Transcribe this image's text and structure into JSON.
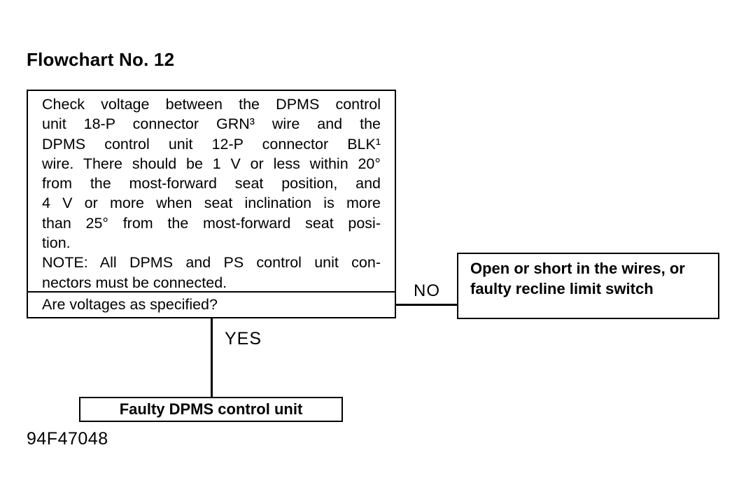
{
  "page": {
    "title": "Flowchart No. 12",
    "figure_code": "94F47048"
  },
  "colors": {
    "ink": "#000000",
    "paper": "#ffffff"
  },
  "flowchart": {
    "main_box": {
      "lines": [
        "Check voltage between the DPMS control",
        "unit 18-P connector GRN³ wire and the",
        "DPMS control unit 12-P connector BLK¹",
        "wire. There should be 1 V or less within 20°",
        "from the most-forward seat position, and",
        "4 V or more when seat inclination is more",
        "than 25° from the most-forward seat posi-",
        "tion.",
        "NOTE: All DPMS and PS control unit con-",
        "nectors must be connected."
      ]
    },
    "question_box": {
      "label": "Are voltages as specified?"
    },
    "no_branch": {
      "label": "NO",
      "result_lines": [
        "Open or short in the wires, or",
        "faulty recline limit switch"
      ]
    },
    "yes_branch": {
      "label": "YES",
      "result": "Faulty DPMS control unit"
    }
  }
}
